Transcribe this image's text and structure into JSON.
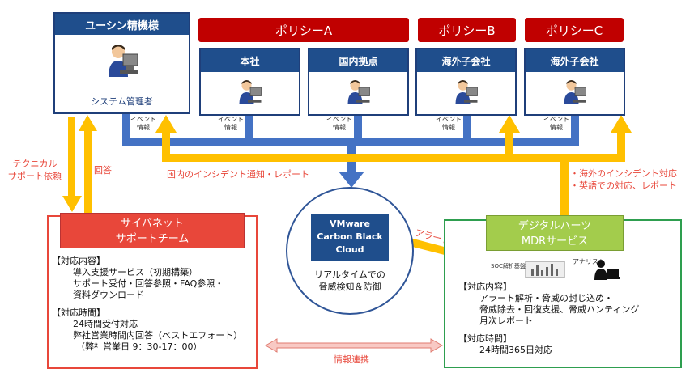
{
  "colors": {
    "navy": "#1f4e8c",
    "policy_red": "#c00000",
    "blue_arrow": "#4472c4",
    "yellow_arrow": "#ffc000",
    "support_red": "#e8473a",
    "mdr_green": "#2e9e4f",
    "mdr_header": "#a3cc4c"
  },
  "user": {
    "title": "ユーシン精機様",
    "role": "システム管理者"
  },
  "policies": [
    "ポリシーA",
    "ポリシーB",
    "ポリシーC"
  ],
  "sites": [
    "本社",
    "国内拠点",
    "海外子会社",
    "海外子会社"
  ],
  "event_label": "イベント\n情報",
  "labels": {
    "tech_support": "テクニカル\nサポート依頼",
    "reply": "回答",
    "domestic_notice": "国内のインシデント通知・レポート",
    "overseas_notice": "・海外のインシデント対応\n・英語での対応、レポート",
    "alert": "アラート受信",
    "info_link": "情報連携",
    "soc": "SOC解析基盤",
    "analyst": "アナリスト"
  },
  "cybernet": {
    "title": "サイバネット\nサポートチーム",
    "section1_title": "【対応内容】",
    "section1_lines": [
      "導入支援サービス（初期構築）",
      "サポート受付・回答参照・FAQ参照・",
      "資料ダウンロード"
    ],
    "section2_title": "【対応時間】",
    "section2_lines": [
      "24時間受付対応",
      "弊社営業時間内回答（ベストエフォート）",
      "（弊社営業日 9：30-17：00）"
    ]
  },
  "vmware": {
    "title": "VMware\nCarbon Black\nCloud",
    "caption": "リアルタイムでの\n脅威検知＆防御"
  },
  "mdr": {
    "title": "デジタルハーツ\nMDRサービス",
    "section1_title": "【対応内容】",
    "section1_lines": [
      "アラート解析・脅威の封じ込め・",
      "脅威除去・回復支援、脅威ハンティング",
      "月次レポート"
    ],
    "section2_title": "【対応時間】",
    "section2_lines": [
      "24時間365日対応"
    ]
  }
}
